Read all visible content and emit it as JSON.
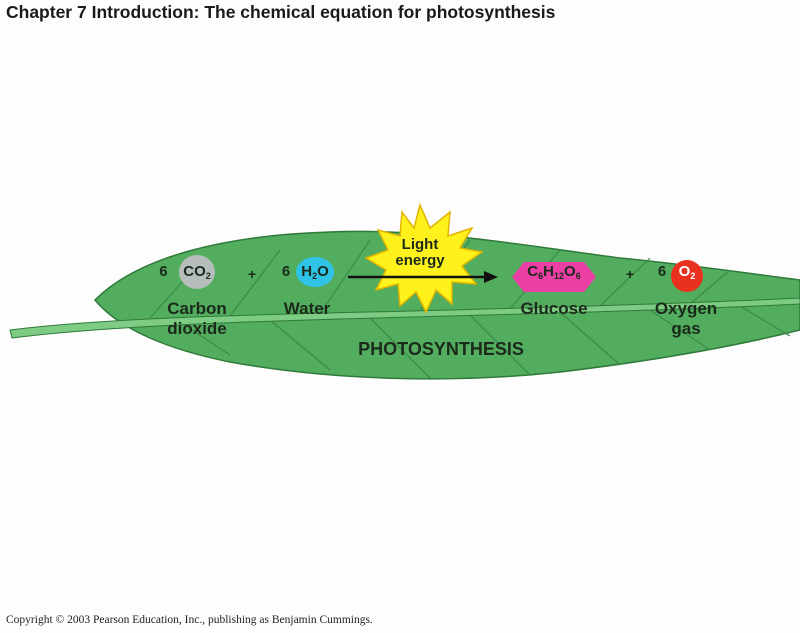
{
  "title": "Chapter 7 Introduction:  The chemical equation for photosynthesis",
  "copyright": "Copyright © 2003 Pearson Education, Inc., publishing as Benjamin Cummings.",
  "equation": {
    "co2": {
      "coef": "6",
      "formula": "CO",
      "sub": "2",
      "label1": "Carbon",
      "label2": "dioxide"
    },
    "plus1": "+",
    "h2o": {
      "coef": "6",
      "f1": "H",
      "sub": "2",
      "f2": "O",
      "label": "Water"
    },
    "light": {
      "line1": "Light",
      "line2": "energy"
    },
    "glucose": {
      "c": "C",
      "cs": "6",
      "h": "H",
      "hs": "12",
      "o": "O",
      "os": "6",
      "label": "Glucose"
    },
    "plus2": "+",
    "o2": {
      "coef": "6",
      "formula": "O",
      "sub": "2",
      "label1": "Oxygen",
      "label2": "gas"
    },
    "process": "PHOTOSYNTHESIS"
  },
  "colors": {
    "leaf": "#4fae5c",
    "co2": "#b7bcbc",
    "h2o": "#2fc3e8",
    "glucose": "#ec3fa6",
    "o2": "#e8321f",
    "sun": "#fff21c"
  }
}
